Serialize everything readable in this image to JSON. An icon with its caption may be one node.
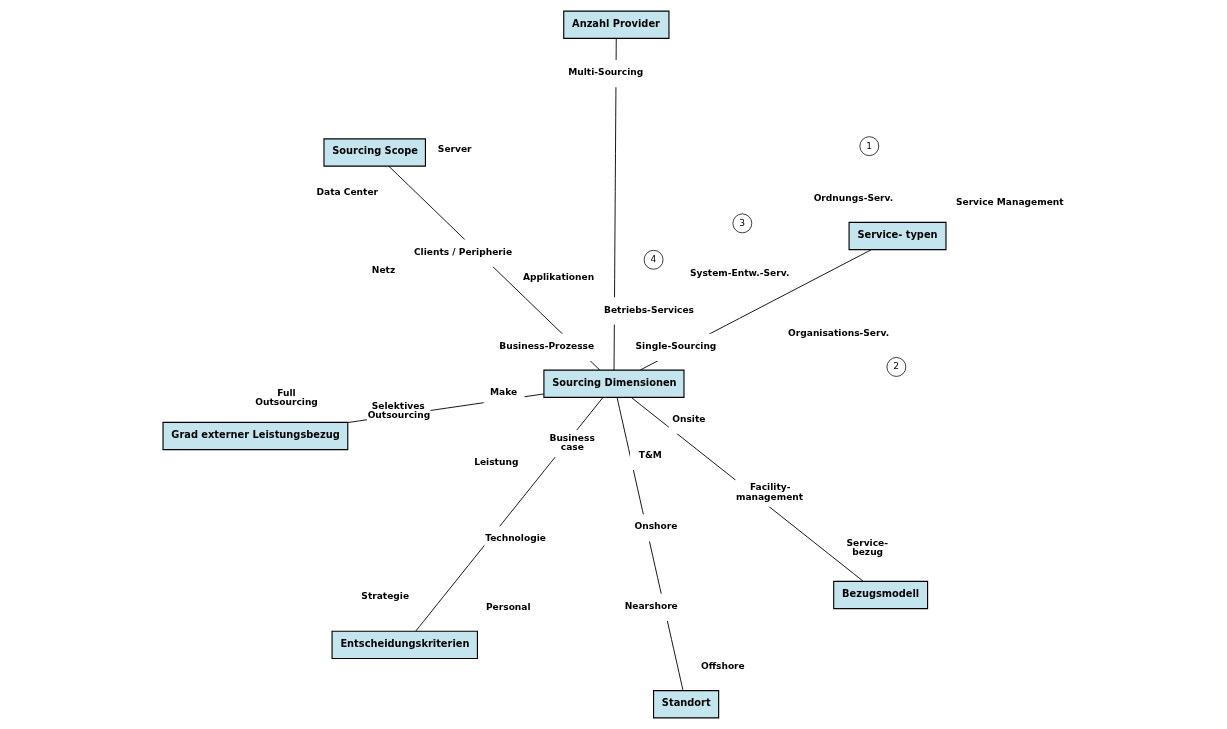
{
  "diagram": {
    "nodes": [
      {
        "text": [
          "Service- typen"
        ]
      },
      {
        "text": [
          "Anzahl Provider"
        ]
      },
      {
        "text": [
          "Standort"
        ]
      },
      {
        "text": [
          "1"
        ]
      },
      {
        "text": [
          "2"
        ]
      },
      {
        "text": [
          "3"
        ]
      },
      {
        "text": [
          "4"
        ]
      },
      {
        "text": [
          "Sourcing Dimensionen"
        ]
      },
      {
        "text": [
          "Grad externer Leistungsbezug"
        ]
      },
      {
        "text": [
          "Bezugsmodell"
        ]
      },
      {
        "text": [
          "Entscheidungskriterien"
        ]
      },
      {
        "text": [
          "Sourcing Scope"
        ]
      }
    ],
    "edges": [
      {
        "from": 7,
        "to": 0,
        "arrow": "none"
      },
      {
        "from": 7,
        "to": 1,
        "arrow": "none"
      },
      {
        "from": 7,
        "to": 2,
        "arrow": "none"
      },
      {
        "from": 7,
        "to": 8,
        "arrow": "none"
      },
      {
        "from": 7,
        "to": 11,
        "arrow": "none"
      },
      {
        "from": 7,
        "to": 10,
        "arrow": "none"
      },
      {
        "from": 7,
        "to": 9,
        "arrow": "none"
      }
    ],
    "labels": [
      "Service Management",
      "Ordnungs-Serv.",
      "Multi-Sourcing",
      "Offshore",
      "Organisations-Serv.",
      "Nearshore",
      "Single-Sourcing",
      "Selektives Outsourcing",
      "Full Outsourcing",
      "Onshore",
      "System-Entw.-Serv.",
      "Onsite",
      "Betriebs-Services",
      "Make",
      "T&M",
      "Business-Prozesse",
      "Facility- management",
      "Business case",
      "Applikationen",
      "Service- bezug",
      "Leistung",
      "Clients / Peripherie",
      "Technologie",
      "Netz",
      "Personal",
      "Server",
      "Strategie",
      "Data Center"
    ]
  }
}
